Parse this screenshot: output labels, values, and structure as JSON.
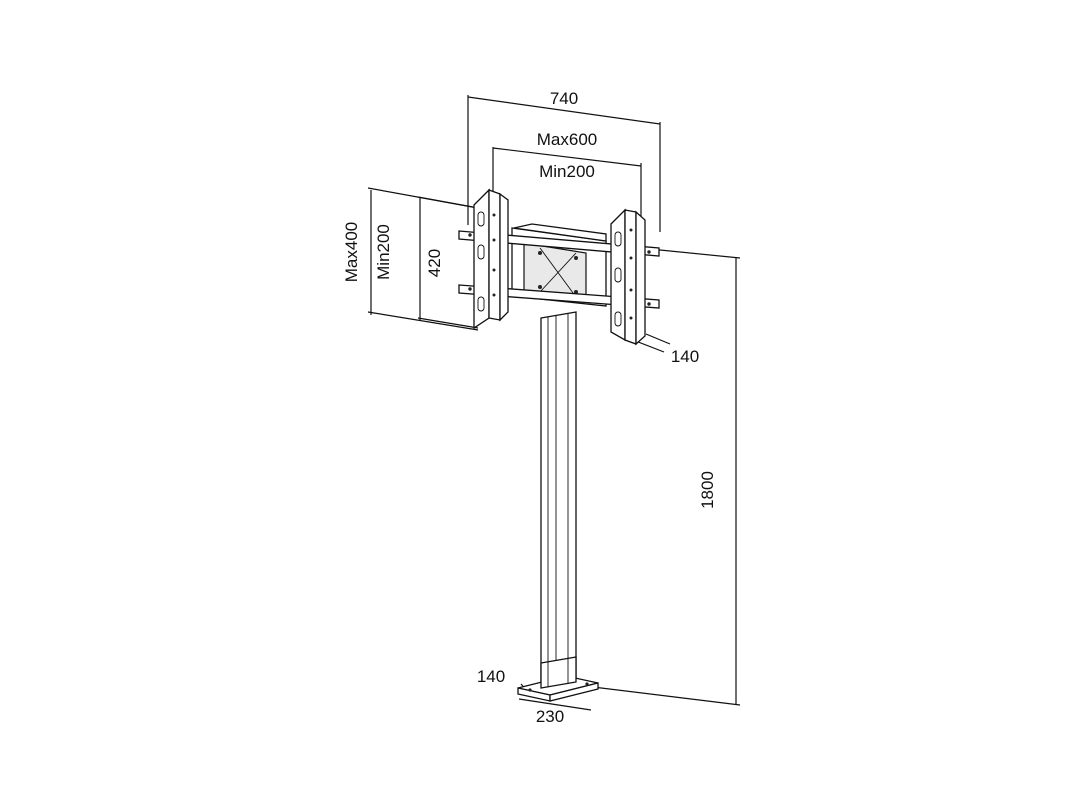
{
  "dimensions": {
    "overall_width": "740",
    "vesa_max_width": "Max600",
    "vesa_min_width": "Min200",
    "vesa_max_height": "Max400",
    "vesa_min_height": "Min200",
    "bracket_height": "420",
    "bracket_depth": "140",
    "total_height": "1800",
    "base_depth": "140",
    "base_width": "230"
  },
  "colors": {
    "line": "#111111",
    "background": "#ffffff"
  }
}
